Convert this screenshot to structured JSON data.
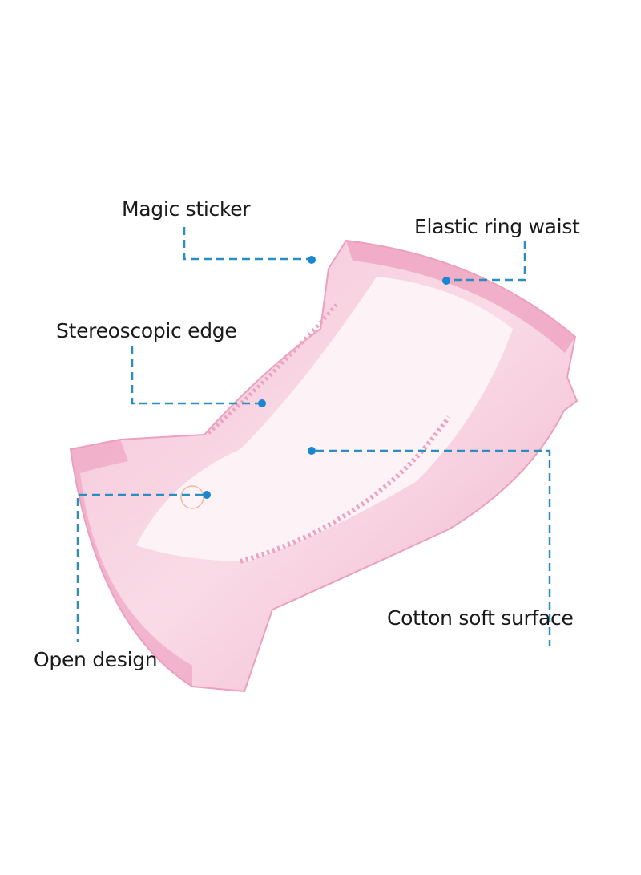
{
  "diagram": {
    "subject": "diaper",
    "labels": {
      "magic_sticker": "Magic sticker",
      "elastic_ring_waist": "Elastic ring waist",
      "stereoscopic_edge": "Stereoscopic edge",
      "cotton_soft_surface": "Cotton soft surface",
      "open_design": "Open design"
    },
    "colors": {
      "leader_line": "#2a8fbf",
      "dot": "#1a86d0",
      "product_pink": "#f2b3cc",
      "product_dark_pink": "#e888ae"
    }
  }
}
